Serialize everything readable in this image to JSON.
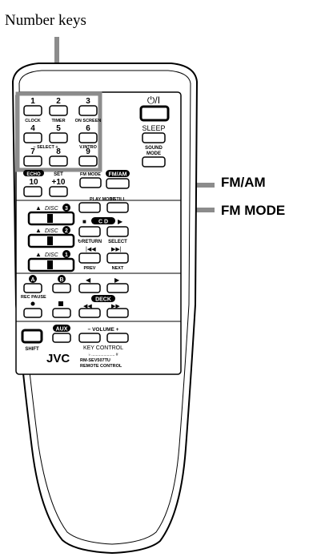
{
  "callouts": {
    "number_keys": "Number keys",
    "fm_am": "FM/AM",
    "fm_mode": "FM MODE"
  },
  "remote": {
    "power_symbol": "⏻/I",
    "numbers": [
      "1",
      "2",
      "3",
      "4",
      "5",
      "6",
      "7",
      "8",
      "9",
      "10",
      "+10"
    ],
    "labels": {
      "clock": "CLOCK",
      "timer": "TIMER",
      "on_screen": "ON SCREEN",
      "select_minus": "−  SELECT  +",
      "v_intro": "V.INTRO",
      "sleep": "SLEEP",
      "sound_mode": "SOUND\nMODE",
      "echo": "ECHO",
      "set": "SET",
      "fm_mode_key": "FM MODE",
      "fm_am_key": "FM/AM",
      "disc": "DISC",
      "disc_nums": [
        "3",
        "2",
        "1"
      ],
      "play_mode": "PLAY MODE",
      "still": "II STILL",
      "cd": "C D",
      "return": "RETURN",
      "select": "SELECT",
      "prev": "PREV",
      "next": "NEXT",
      "a": "A",
      "b": "B",
      "rec_pause": "REC PAUSE",
      "deck": "DECK",
      "aux": "AUX",
      "volume": "−  VOLUME  +",
      "key_control": "KEY CONTROL",
      "shift": "SHIFT",
      "brand": "JVC",
      "model": "RM-SEV507TU",
      "remote_control": "REMOTE CONTROL"
    }
  },
  "colors": {
    "highlight": "#8c8c8c",
    "body": "#ffffff",
    "ink": "#000000"
  }
}
